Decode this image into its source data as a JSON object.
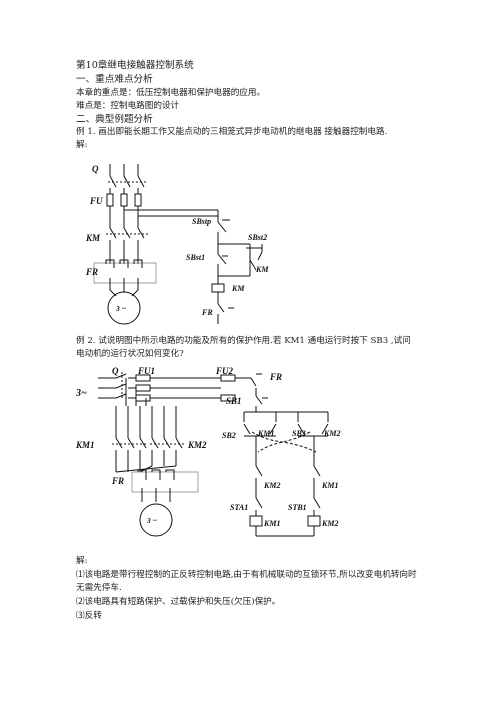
{
  "doc": {
    "title": "第10章继电接触器控制系统",
    "sec1": "一、重点难点分析",
    "focus": "本章的重点是：低压控制电器和保护电器的应用。",
    "difficulty": "难点是：控制电路图的设计",
    "sec2": "二、典型例题分析",
    "ex1": "例 1.   画出即能长期工作又能点动的三相笼式异步电动机的继电器 接触器控制电路.",
    "sol1": "解:",
    "ex2_line1": "例 2.   试说明图中所示电路的功能及所有的保护作用.若  KM1 通电运行时按下 SB3 ,试问",
    "ex2_line2": "电动机的运行状况如何变化?",
    "sol2": "解:",
    "ans1_line1": "⑴该电路是带行程控制的正反转控制电路,由于有机械联动的互锁环节,所以改变电机转向时",
    "ans1_line2": "无需先停车.",
    "ans2": "⑵该电路具有短路保护、过载保护和失压(欠压)保护。",
    "ans3": "⑶反转"
  },
  "fig1": {
    "label_q": "Q",
    "label_fu": "FU",
    "label_km": "KM",
    "label_fr": "FR",
    "label_motor": "3 ~",
    "label_sbstp": "SBstp",
    "label_sbst1": "SBst1",
    "label_sbst2": "SBst2",
    "label_km_aux": "KM",
    "label_km_coil": "KM",
    "label_fr_contact": "FR"
  },
  "fig2": {
    "label_3phase": "3~",
    "label_q": "Q",
    "label_fu1": "FU1",
    "label_fu2": "FU2",
    "label_fr_top": "FR",
    "label_sb1": "SB1",
    "label_sb2": "SB2",
    "label_km1_aux": "KM1",
    "label_sb3": "SB3",
    "label_km2_aux": "KM2",
    "label_km1_main": "KM1",
    "label_km2_main": "KM2",
    "label_km2_il": "KM2",
    "label_km1_il": "KM1",
    "label_sta1": "STA1",
    "label_stb1": "STB1",
    "label_km1_coil": "KM1",
    "label_km2_coil": "KM2",
    "label_fr": "FR",
    "label_motor": "3 ~"
  }
}
